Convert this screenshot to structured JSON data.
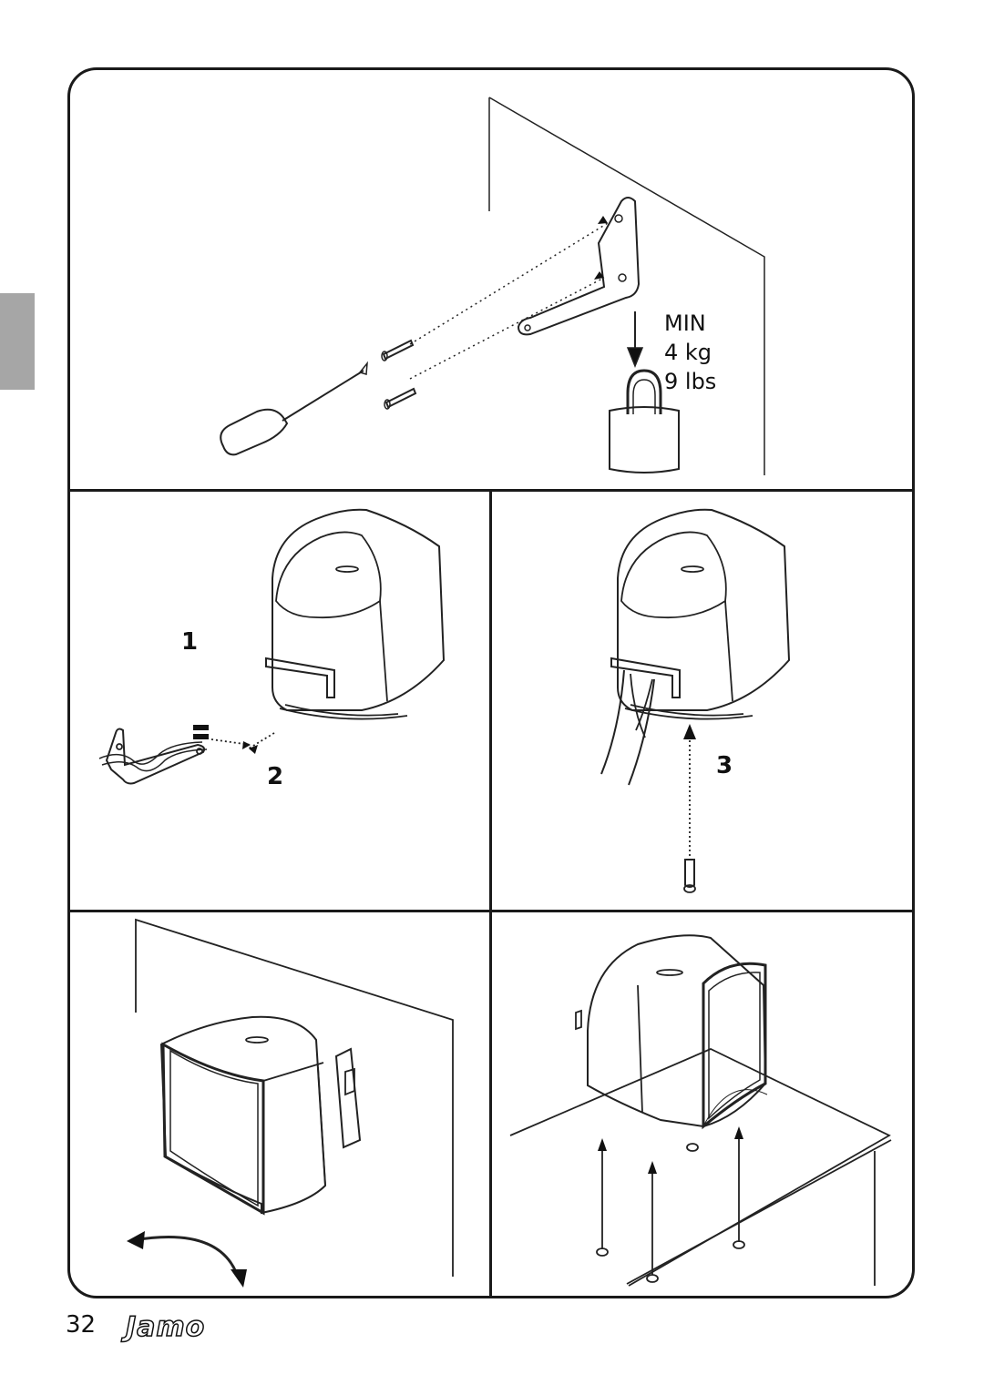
{
  "panel1": {
    "weight_lines": [
      "MIN",
      "4 kg",
      "9 lbs"
    ]
  },
  "panel2": {
    "step_1": "1",
    "step_2": "2"
  },
  "panel3": {
    "step_3": "3"
  },
  "footer": {
    "page_number": "32",
    "brand": "Jamo"
  }
}
